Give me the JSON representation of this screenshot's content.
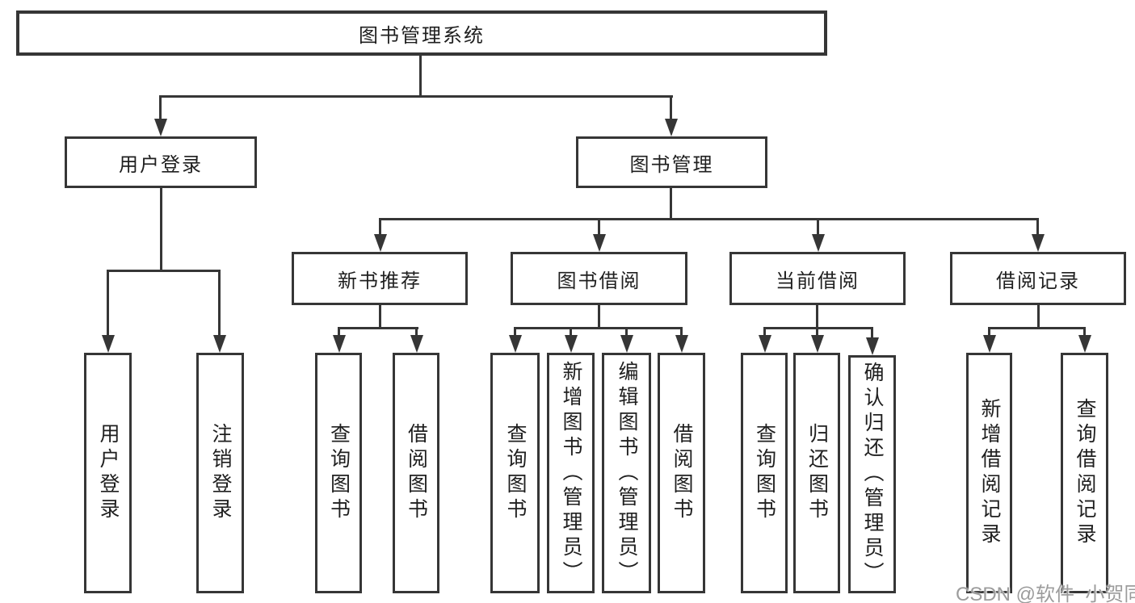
{
  "page": {
    "background": "#ffffff"
  },
  "colors": {
    "line": "#363636",
    "box_border": "#363636",
    "text": "#1f1f1f",
    "watermark": "#9c9c9c"
  },
  "tree": {
    "root": {
      "label": "图书管理系统"
    },
    "children": [
      {
        "label": "用户登录",
        "children": [
          {
            "label": "用户登录"
          },
          {
            "label": "注销登录"
          }
        ]
      },
      {
        "label": "图书管理",
        "children": [
          {
            "label": "新书推荐",
            "children": [
              {
                "label": "查询图书"
              },
              {
                "label": "借阅图书"
              }
            ]
          },
          {
            "label": "图书借阅",
            "children": [
              {
                "label": "查询图书"
              },
              {
                "label": "新增图书（管理员）"
              },
              {
                "label": "编辑图书（管理员）"
              },
              {
                "label": "借阅图书"
              }
            ]
          },
          {
            "label": "当前借阅",
            "children": [
              {
                "label": "查询图书"
              },
              {
                "label": "归还图书"
              },
              {
                "label": "确认归还（管理员）"
              }
            ]
          },
          {
            "label": "借阅记录",
            "children": [
              {
                "label": "新增借阅记录"
              },
              {
                "label": "查询借阅记录"
              }
            ]
          }
        ]
      }
    ]
  },
  "watermark": {
    "text": "CSDN @软件_小贺同学"
  }
}
